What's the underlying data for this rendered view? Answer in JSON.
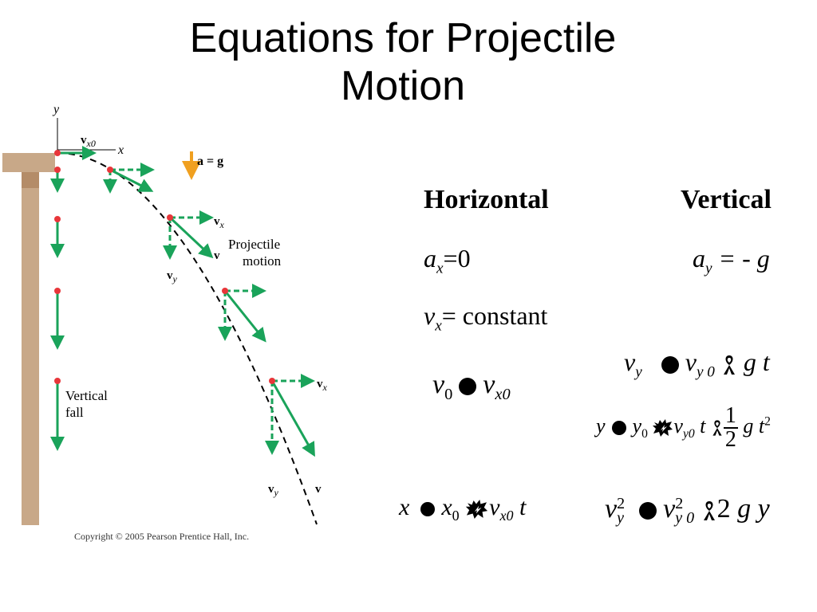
{
  "slide": {
    "title": "Equations for Projectile Motion",
    "title_line1": "Equations for Projectile",
    "title_line2": "Motion"
  },
  "figure": {
    "axis_y": "y",
    "axis_x": "x",
    "v_x0": "v",
    "v_x0_sub": "x0",
    "a_eq_g": "a = g",
    "projectile_label_1": "Projectile",
    "projectile_label_2": "motion",
    "vertical_label_1": "Vertical",
    "vertical_label_2": "fall",
    "vx_label": "v",
    "vx_sub": "x",
    "vy_label": "v",
    "vy_sub": "y",
    "v_label": "v",
    "copyright": "Copyright © 2005 Pearson Prentice Hall, Inc.",
    "colors": {
      "arrow": "#1aa35a",
      "dot": "#e8363a",
      "ledge": "#c8a888",
      "accel": "#f0a020"
    }
  },
  "equations": {
    "horizontal_header": "Horizontal",
    "vertical_header": "Vertical",
    "ax": {
      "var": "a",
      "sub": "x",
      "rhs": "=0"
    },
    "ay": {
      "var": "a",
      "sub": "y",
      "rhs": "= - g"
    },
    "vx": {
      "var": "v",
      "sub": "x",
      "rhs": "= constant"
    },
    "v0": {
      "lhs": "v",
      "lhs_sub": "0",
      "rhs": "v",
      "rhs_sub": "x0"
    },
    "vy": {
      "lhs": "v",
      "lhs_sub": "y",
      "a": "v",
      "a_sub": "y 0",
      "b": "g t"
    },
    "y": {
      "lhs": "y",
      "a": "y",
      "a_sub": "0",
      "b": "v",
      "b_sub": "y0",
      "b_t": "t",
      "frac_num": "1",
      "frac_den": "2",
      "c": "g t",
      "c_sup": "2"
    },
    "x": {
      "lhs": "x",
      "a": "x",
      "a_sub": "0",
      "b": "v",
      "b_sub": "x0",
      "b_t": "t"
    },
    "vy2": {
      "lhs": "v",
      "lhs_sup": "2",
      "lhs_sub": "y",
      "a": "v",
      "a_sup": "2",
      "a_sub": "y 0",
      "b": "2",
      "c": "g y"
    },
    "glyph_icons": {
      "equals": "filled-circle-icon",
      "minus": "ribbon-icon",
      "plus": "burst-icon"
    }
  }
}
